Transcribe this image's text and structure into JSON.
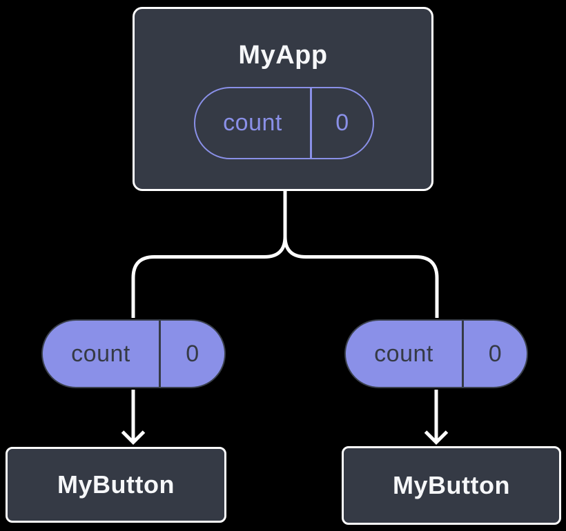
{
  "colors": {
    "background": "#000000",
    "card_background": "#353a45",
    "card_border": "#ffffff",
    "accent_purple": "#8a90e8",
    "pill_dark_text": "#353a45",
    "connector_white": "#ffffff"
  },
  "root": {
    "title": "MyApp",
    "state_pill": {
      "name": "count",
      "value": "0"
    }
  },
  "left_branch": {
    "prop_pill": {
      "name": "count",
      "value": "0"
    },
    "title": "MyButton"
  },
  "right_branch": {
    "prop_pill": {
      "name": "count",
      "value": "0"
    },
    "title": "MyButton"
  }
}
